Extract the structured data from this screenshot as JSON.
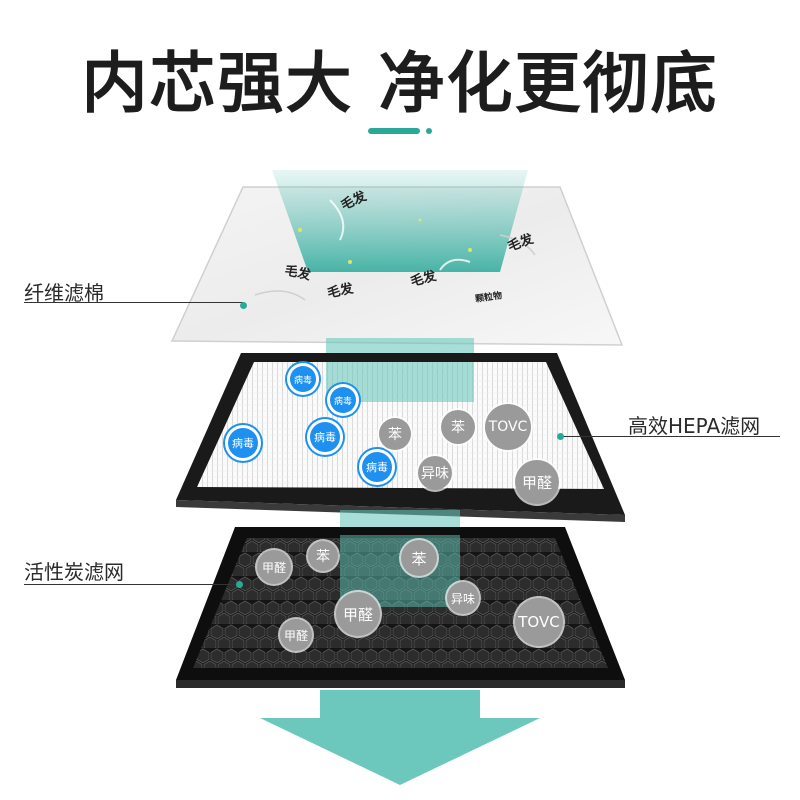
{
  "title": "内芯强大 净化更彻底",
  "labels": {
    "fiber": "纤维滤棉",
    "hepa": "高效HEPA滤网",
    "carbon": "活性炭滤网"
  },
  "layer1_tags": {
    "hair1": "毛发",
    "hair2": "毛发",
    "hair3": "毛发",
    "hair4": "毛发",
    "hair5": "毛发",
    "particles": "颗粒物"
  },
  "layer2_items": {
    "virus1": "病毒",
    "virus2": "病毒",
    "virus3": "病毒",
    "virus4": "病毒",
    "virus5": "病毒",
    "benzene1": "苯",
    "benzene2": "苯",
    "tovc": "TOVC",
    "odor": "异味",
    "formaldehyde": "甲醛"
  },
  "layer3_items": {
    "formaldehyde1": "甲醛",
    "benzene1": "苯",
    "benzene2": "苯",
    "odor": "异味",
    "formaldehyde2": "甲醛",
    "formaldehyde3": "甲醛",
    "tovc": "TOVC"
  },
  "colors": {
    "accent": "#2aa99a",
    "airflow": "#5fc4b8",
    "virus": "#1e90f0",
    "title": "#1d1d1d",
    "frame": "#1a1a1a"
  }
}
